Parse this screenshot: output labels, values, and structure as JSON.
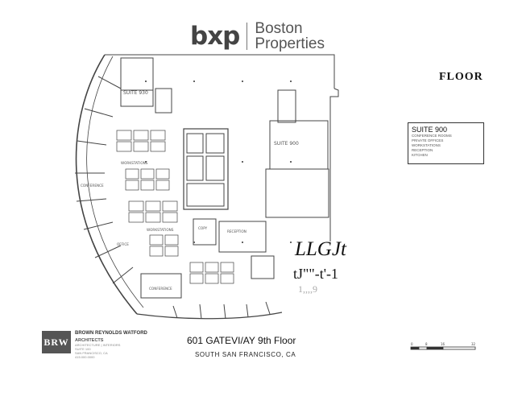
{
  "header": {
    "logo_mark": "bxp",
    "logo_line1": "Boston",
    "logo_line2": "Properties",
    "floor_label": "FLOOR"
  },
  "suite_box": {
    "title": "SUITE 900",
    "lines": [
      "CONFERENCE ROOMS",
      "PRIVATE OFFICES",
      "WORKSTATIONS",
      "RECEPTION",
      "KITCHEN"
    ]
  },
  "handwriting": {
    "line1": "LLGJt",
    "line2": "tJ\"\"-t'-1",
    "line3": "1,,,,9"
  },
  "caption": {
    "main": "601 GATEVI/AY 9th Floor",
    "sub": "SOUTH SAN FRANCISCO, CA"
  },
  "architect": {
    "mark": "BRW",
    "name": "BROWN REYNOLDS WATFORD",
    "sub": "ARCHITECTS",
    "lines": [
      "ARCHITECTURE | INTERIORS",
      "SUITE 100",
      "SAN FRANCISCO, CA",
      "415.000.0000"
    ]
  },
  "plan_labels": {
    "suite_930": "SUITE 930",
    "suite_900": "SUITE 900",
    "workstations": "WORKSTATIONS",
    "workstations_2": "WORKSTATIONS",
    "conference": "CONFERENCE",
    "conference_2": "CONFERENCE",
    "office": "OFFICE",
    "reception": "RECEPTION",
    "copy": "COPY"
  },
  "scale": {
    "ticks": [
      "0",
      "8",
      "16",
      "32"
    ]
  }
}
